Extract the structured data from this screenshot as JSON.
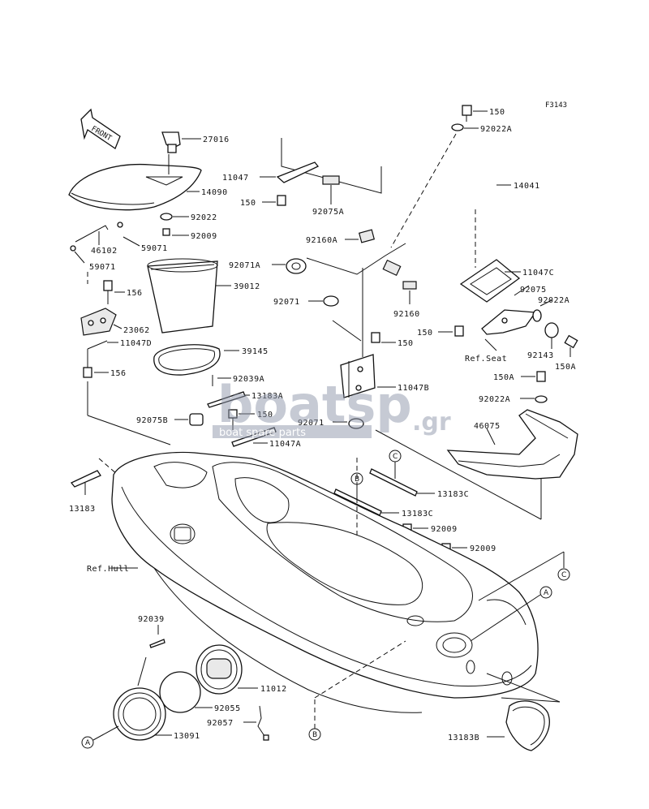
{
  "figure_code": "F3143",
  "front_label": "FRONT",
  "watermark": {
    "brand": "boatsp",
    "suffix": ".gr",
    "tagline": "boat spare parts"
  },
  "refs": {
    "seat": "Ref.Seat",
    "hull": "Ref.Hull"
  },
  "callouts": [
    "A",
    "B",
    "C"
  ],
  "parts": {
    "p27016": "27016",
    "p14090": "14090",
    "p92022": "92022",
    "p92009_top": "92009",
    "p46102": "46102",
    "p59071_a": "59071",
    "p59071_b": "59071",
    "p39012": "39012",
    "p156_a": "156",
    "p23062": "23062",
    "p11047D": "11047D",
    "p156_b": "156",
    "p39145": "39145",
    "p92039A": "92039A",
    "p13183A": "13183A",
    "p150_mid": "150",
    "p92075B": "92075B",
    "p11047A": "11047A",
    "p13183": "13183",
    "p11047": "11047",
    "p150_tl": "150",
    "p92075A": "92075A",
    "p92160A": "92160A",
    "p92071A": "92071A",
    "p92071": "92071",
    "p92160": "92160",
    "p150_c": "150",
    "p11047B": "11047B",
    "p92071_b": "92071",
    "p150_top": "150",
    "p92022A_top": "92022A",
    "p14041": "14041",
    "p11047C": "11047C",
    "p92075": "92075",
    "p92022A_r": "92022A",
    "p150_r": "150",
    "p92143": "92143",
    "p150A_r": "150A",
    "p150A_b": "150A",
    "p92022A_b": "92022A",
    "p46075": "46075",
    "p13183C_a": "13183C",
    "p13183C_b": "13183C",
    "p92009_a": "92009",
    "p92009_b": "92009",
    "p92039": "92039",
    "p11012": "11012",
    "p92055": "92055",
    "p92057": "92057",
    "p13091": "13091",
    "p13183B": "13183B"
  }
}
